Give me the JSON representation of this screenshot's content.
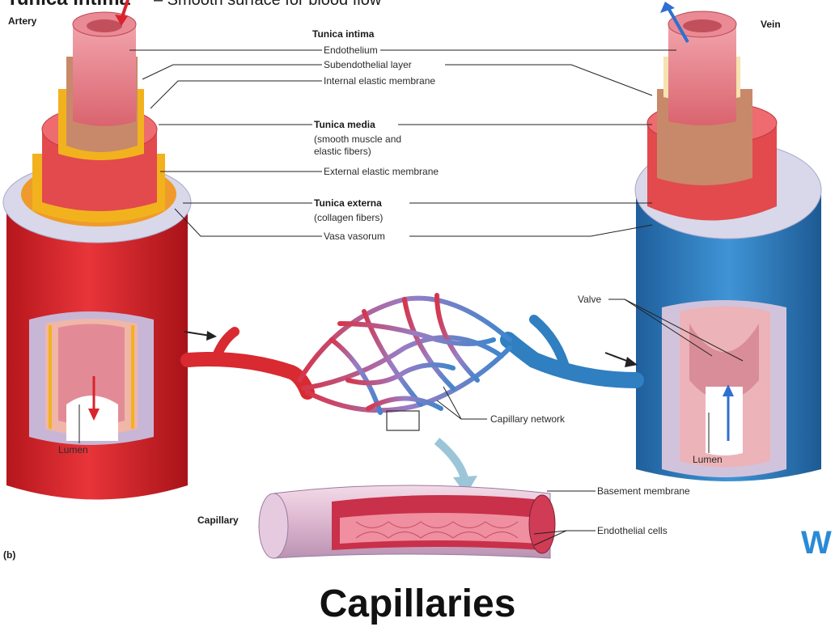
{
  "header": {
    "title_bold": "Tunica intima",
    "title_rest": "– Smooth surface for blood flow"
  },
  "vessels": {
    "artery": "Artery",
    "vein": "Vein",
    "capillary": "Capillary"
  },
  "layers": {
    "tunica_intima": "Tunica intima",
    "endothelium": "Endothelium",
    "subendothelial": "Subendothelial layer",
    "internal_elastic": "Internal elastic membrane",
    "tunica_media": "Tunica media",
    "tunica_media_note_1": "(smooth muscle and",
    "tunica_media_note_2": "elastic fibers)",
    "external_elastic": "External elastic membrane",
    "tunica_externa": "Tunica externa",
    "tunica_externa_note": "(collagen fibers)",
    "vasa_vasorum": "Vasa vasorum"
  },
  "other_labels": {
    "valve": "Valve",
    "lumen_artery": "Lumen",
    "lumen_vein": "Lumen",
    "capillary_network": "Capillary network",
    "basement_membrane": "Basement membrane",
    "endothelial_cells": "Endothelial cells",
    "panel": "(b)",
    "cutoff_letter": "W"
  },
  "footer": {
    "title": "Capillaries"
  },
  "colors": {
    "artery_red": "#e23a3e",
    "vein_blue": "#2f7fc1",
    "elastic_yellow": "#f2b21e",
    "intima_pink": "#e8808a",
    "externa_lavender": "#cdcde3",
    "capillary_violet": "#9b86c6",
    "accent_blue": "#2a8ad6"
  }
}
